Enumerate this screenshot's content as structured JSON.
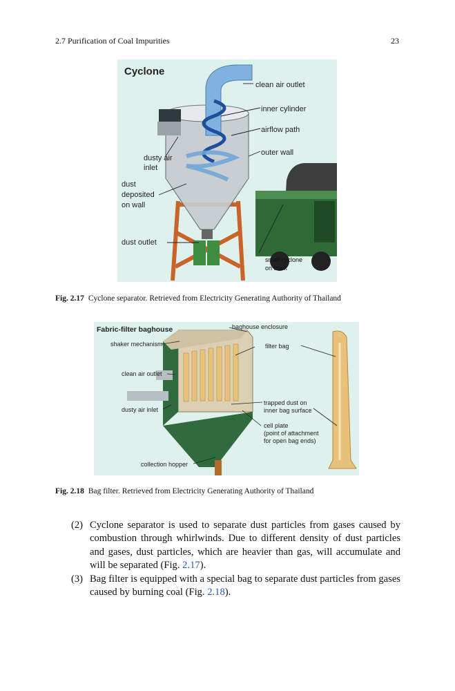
{
  "header": {
    "section": "2.7   Purification of Coal Impurities",
    "page_number": "23"
  },
  "figure1": {
    "title": "Cyclone",
    "labels": {
      "clean_air_outlet": "clean air outlet",
      "inner_cylinder": "inner cylinder",
      "airflow_path": "airflow path",
      "outer_wall": "outer wall",
      "dusty_air_line1": "dusty air",
      "dusty_air_line2": "inlet",
      "dust_line1": "dust",
      "dust_line2": "deposited",
      "dust_line3": "on wall",
      "dust_outlet": "dust outlet",
      "small_cyclone_line1": "small cyclone",
      "small_cyclone_line2": "on truck"
    },
    "caption_number": "Fig. 2.17",
    "caption_text": "Cyclone separator. Retrieved from Electricity Generating Authority of Thailand"
  },
  "figure2": {
    "title": "Fabric-filter baghouse",
    "labels": {
      "baghouse_enclosure": "baghouse enclosure",
      "shaker_mechanism": "shaker mechanism",
      "filter_bag": "filter bag",
      "clean_air_outlet": "clean air outlet",
      "trapped_dust_line1": "trapped dust on",
      "trapped_dust_line2": "inner bag surface",
      "dusty_air_inlet": "dusty air inlet",
      "cell_plate_line1": "cell plate",
      "cell_plate_line2": "(point of attachment",
      "cell_plate_line3": "for open bag ends)",
      "collection_hopper": "collection hopper"
    },
    "caption_number": "Fig. 2.18",
    "caption_text": "Bag filter. Retrieved from Electricity Generating Authority of Thailand"
  },
  "list": [
    {
      "number": "(2)",
      "text": "Cyclone separator is used to separate dust particles from gases caused by combustion through whirlwinds. Due to different density of dust particles and gases, dust particles, which are heavier than gas, will accumulate and will be separated (Fig. ",
      "ref": "2.17",
      "after": ")."
    },
    {
      "number": "(3)",
      "text": "Bag filter is equipped with a special bag to separate dust particles from gases caused by burning coal (Fig. ",
      "ref": "2.18",
      "after": ")."
    }
  ],
  "colors": {
    "figure_bg": "#dff1ec",
    "link": "#2a59a8",
    "steel_frame": "#c8642a",
    "truck_green": "#2f6b36"
  }
}
